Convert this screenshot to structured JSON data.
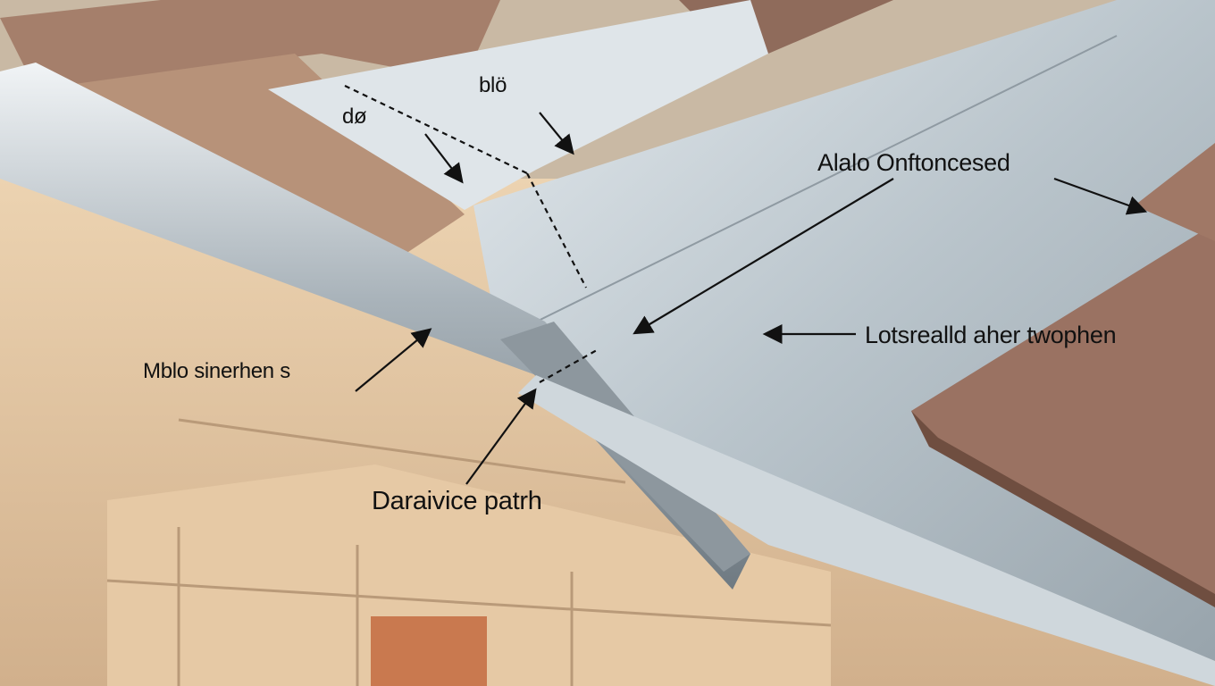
{
  "photo": {
    "subject": "",
    "labels": {
      "blo": "blö",
      "do": "dø",
      "alalo": "Alalo Onftoncesed",
      "lotsrealld": "Lotsrealld aher twophen",
      "mblo": "Mblo sinerhen s",
      "drainage": "Daraivice patrh"
    },
    "colors": {
      "brick": "#e2c6a4",
      "brick_shadow": "#c8a784",
      "tile": "#9c7563",
      "tile_dark": "#7a5646",
      "metal_light": "#d9e1e6",
      "metal_mid": "#aeb9c1",
      "metal_dark": "#7f8a92",
      "foliage": "#4f6b35",
      "annotation": "#111111"
    }
  }
}
